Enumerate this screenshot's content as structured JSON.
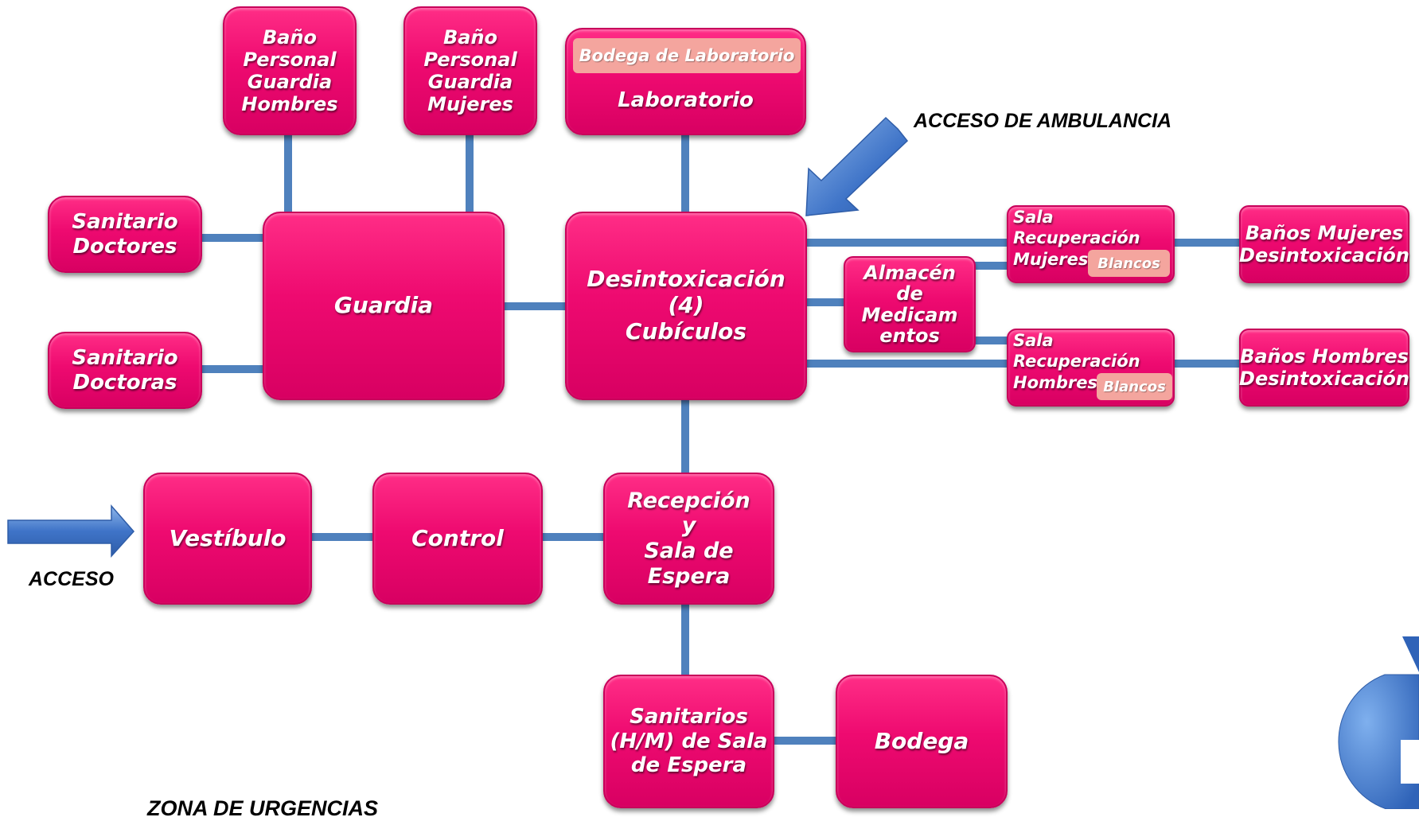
{
  "rooms": {
    "bano_hombres": "Baño\nPersonal\nGuardia\nHombres",
    "bano_mujeres": "Baño\nPersonal\nGuardia\nMujeres",
    "laboratorio": "Laboratorio",
    "bodega_laboratorio": "Bodega de Laboratorio",
    "sanitario_doctores": "Sanitario\nDoctores",
    "sanitario_doctoras": "Sanitario\nDoctoras",
    "guardia": "Guardia",
    "desintoxicacion": "Desintoxicación\n(4)\nCubículos",
    "almacen": "Almacén\nde\nMedicam\nentos",
    "sala_mujeres": "Sala\nRecuperación\nMujeres",
    "sala_hombres": "Sala\nRecuperación\nHombres",
    "blancos_mujeres": "Blancos",
    "blancos_hombres": "Blancos",
    "banos_mujeres": "Baños Mujeres\nDesintoxicación",
    "banos_hombres": "Baños Hombres\nDesintoxicación",
    "vestibulo": "Vestíbulo",
    "control": "Control",
    "recepcion": "Recepción\ny\nSala de\nEspera",
    "sanitarios_espera": "Sanitarios\n(H/M) de Sala\nde Espera",
    "bodega": "Bodega"
  },
  "labels": {
    "acceso_ambulancia": "ACCESO DE AMBULANCIA",
    "acceso": "ACCESO",
    "zona": "ZONA DE URGENCIAS"
  },
  "colors": {
    "box": "#ee0a70",
    "connector": "#4f81bd",
    "tag": "#f4a59e",
    "arrow": "#3f74c8"
  },
  "icons": {
    "ambulance_arrow": "arrow-down-left-icon",
    "entry_arrow": "arrow-right-icon",
    "corner_shape": "pie-icon"
  }
}
